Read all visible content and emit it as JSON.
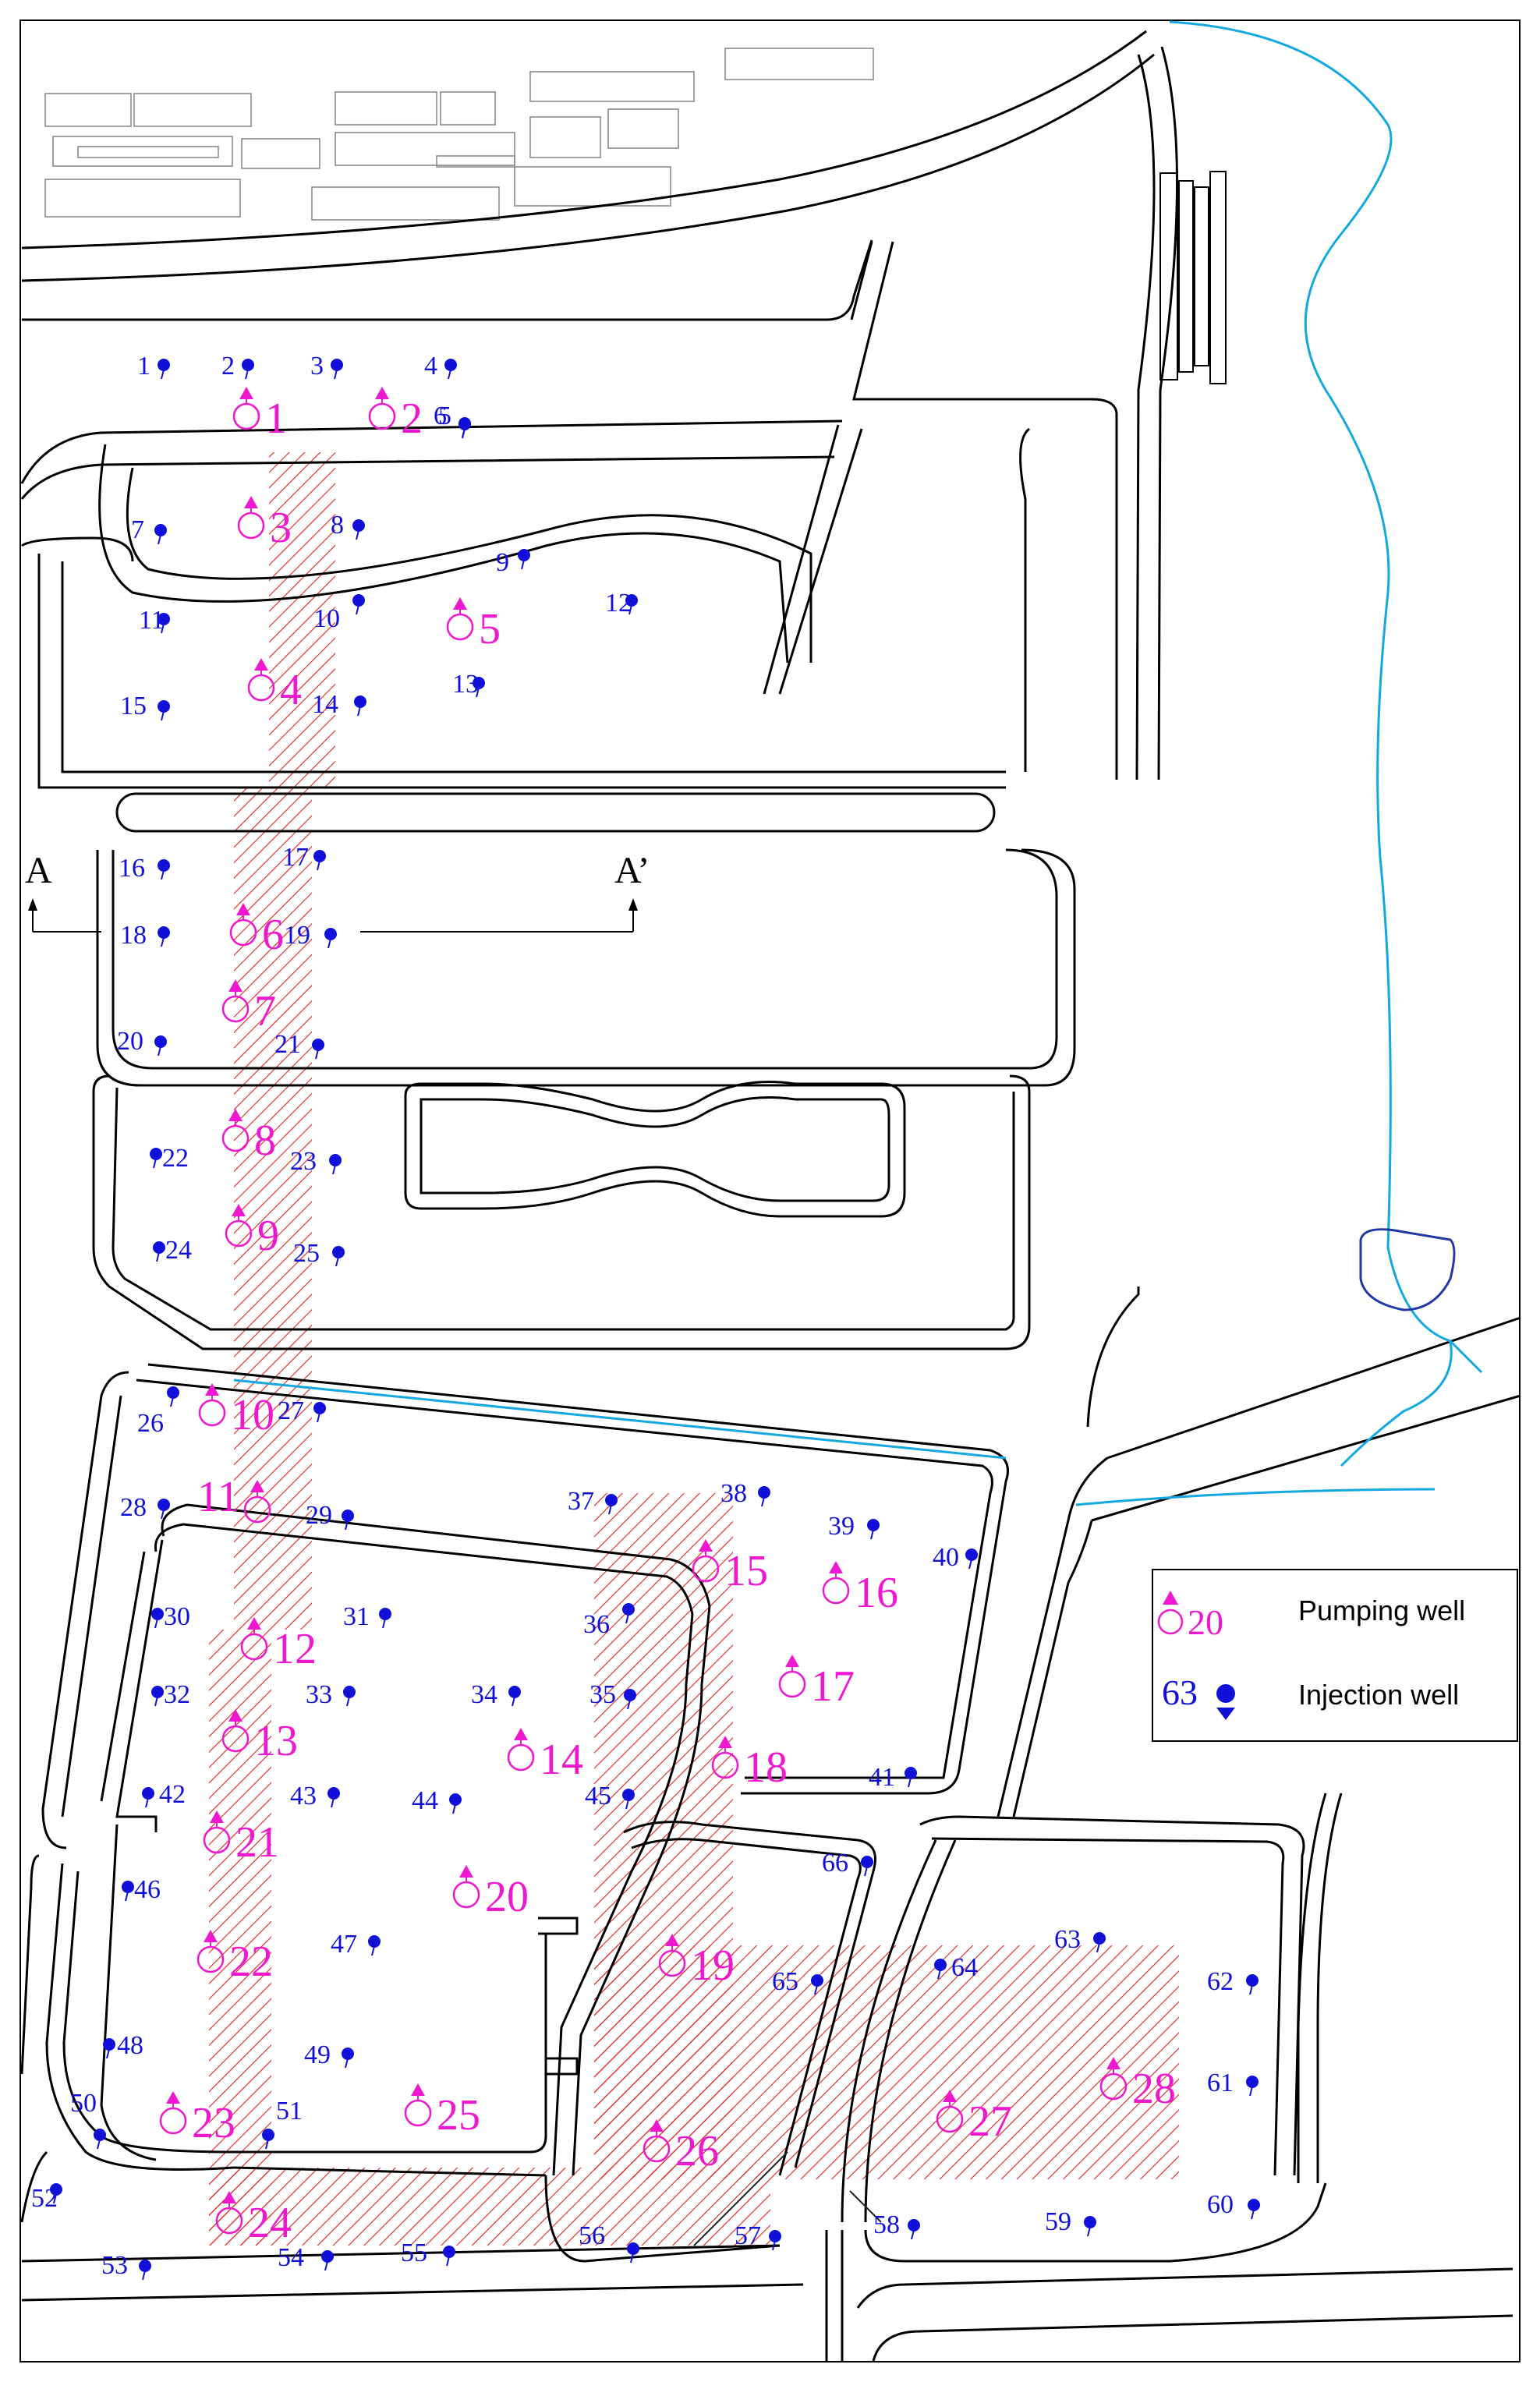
{
  "section": {
    "left_label": "A",
    "right_label": "A’"
  },
  "legend": {
    "pumping": {
      "number": "20",
      "label": "Pumping well"
    },
    "injection": {
      "number": "63",
      "label": "Injection well"
    }
  },
  "colors": {
    "pumping_well": "#ee18d0",
    "injection_well": "#1010d8",
    "hatch": "#e02020",
    "river": "#14a8e0",
    "pond": "#2238a8",
    "road": "#000000"
  },
  "icons": {
    "pumping_well": "circle-with-up-arrow-icon",
    "injection_well": "dot-with-down-arrow-icon"
  },
  "pumping_wells": [
    "1",
    "2",
    "3",
    "4",
    "5",
    "6",
    "7",
    "8",
    "9",
    "10",
    "11",
    "12",
    "13",
    "14",
    "15",
    "16",
    "17",
    "18",
    "19",
    "20",
    "21",
    "22",
    "23",
    "24",
    "25",
    "26",
    "27",
    "28"
  ],
  "injection_wells": [
    "1",
    "2",
    "3",
    "4",
    "5",
    "6",
    "7",
    "8",
    "9",
    "10",
    "11",
    "12",
    "13",
    "14",
    "15",
    "16",
    "17",
    "18",
    "19",
    "20",
    "21",
    "22",
    "23",
    "24",
    "25",
    "26",
    "27",
    "28",
    "29",
    "30",
    "31",
    "32",
    "33",
    "34",
    "35",
    "36",
    "37",
    "38",
    "39",
    "40",
    "41",
    "42",
    "43",
    "44",
    "45",
    "46",
    "47",
    "48",
    "49",
    "50",
    "51",
    "52",
    "53",
    "54",
    "55",
    "56",
    "57",
    "58",
    "59",
    "60",
    "61",
    "62",
    "63",
    "64",
    "65",
    "66"
  ]
}
